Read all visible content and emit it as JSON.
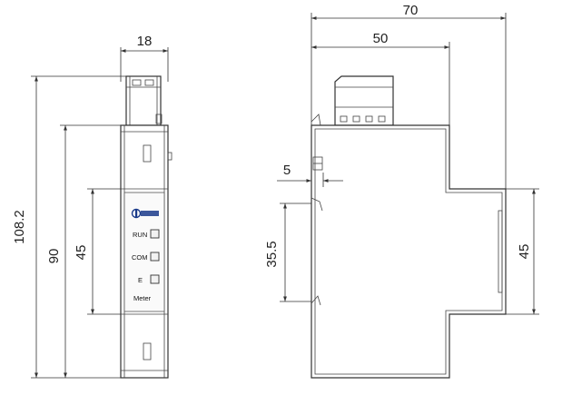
{
  "front_view": {
    "width_label": "18",
    "total_height_label": "108.2",
    "body_height_label": "90",
    "window_height_label": "45",
    "panel": {
      "indicators": [
        {
          "label": "RUN"
        },
        {
          "label": "COM"
        },
        {
          "label": "E"
        }
      ],
      "model_label": "Meter"
    }
  },
  "side_view": {
    "total_depth_label": "70",
    "body_depth_label": "50",
    "rail_lip_label": "5",
    "rail_height_label": "35.5",
    "step_height_label": "45"
  }
}
